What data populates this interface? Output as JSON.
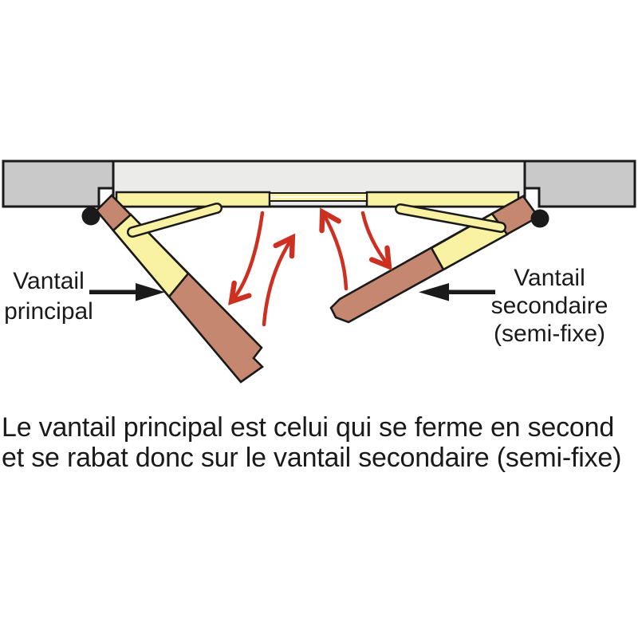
{
  "diagram": {
    "left_label": {
      "line1": "Vantail",
      "line2": "principal"
    },
    "right_label": {
      "line1": "Vantail",
      "line2": "secondaire",
      "line3": "(semi-fixe)"
    },
    "caption": {
      "line1": "Le vantail principal est celui qui se ferme en second",
      "line2": "et se rabat donc sur le vantail secondaire (semi-fixe)"
    },
    "icons": {
      "swing_arrows": "red-curved-swing-arrow",
      "pointer_arrows": "black-label-pointer-arrow",
      "hinges": "hinge-pivot-dot"
    },
    "colors": {
      "wood": "#c5876f",
      "panel": "#f8f2a2",
      "wall": "#c9c9c9",
      "lintel": "#ebebe9",
      "red": "#cd3020",
      "outline": "#1a1a1a",
      "bg": "#ffffff"
    }
  }
}
